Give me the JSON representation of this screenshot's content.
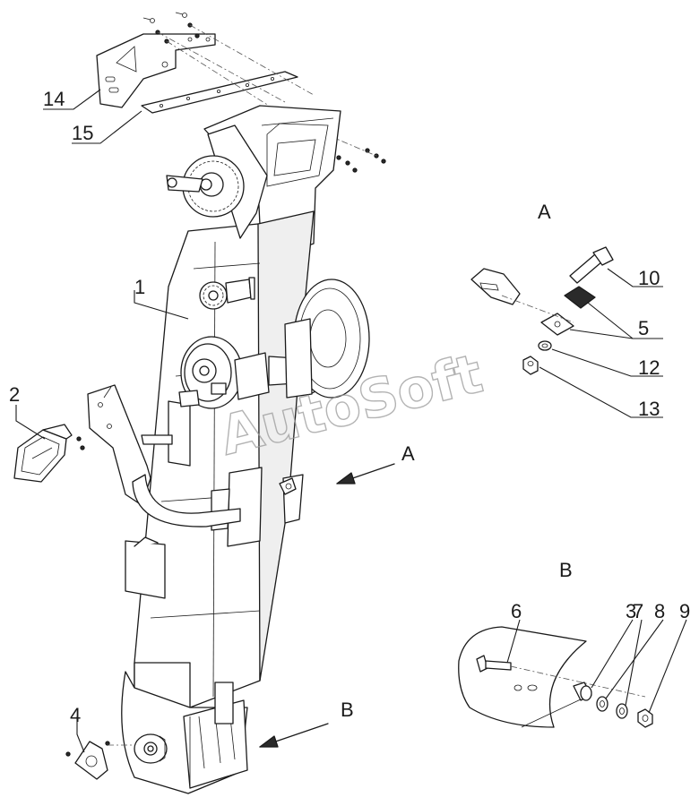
{
  "diagram": {
    "callouts": {
      "c1": "1",
      "c2": "2",
      "c3": "3",
      "c4": "4",
      "c5": "5",
      "c6": "6",
      "c7": "7",
      "c8": "8",
      "c9": "9",
      "c10": "10",
      "c12": "12",
      "c13": "13",
      "c14": "14",
      "c15": "15"
    },
    "view_labels": {
      "view_a": "A",
      "view_b": "B",
      "arrow_a": "A",
      "arrow_b": "B"
    },
    "watermark": "AutoSoft"
  }
}
